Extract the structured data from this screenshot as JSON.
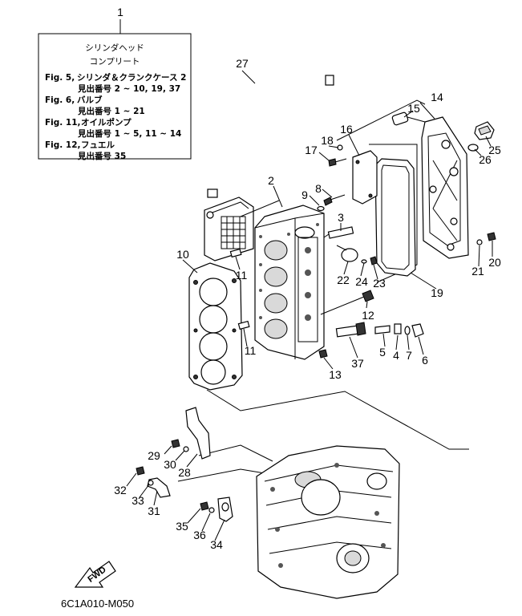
{
  "diagram_code": "6C1A010-M050",
  "fwd_label": "FWD",
  "info_box": {
    "title_line1": "シリンダヘッド",
    "title_line2": "コンプリート",
    "refs": [
      {
        "fig": "Fig. 5,",
        "name": "シリンダ＆クランクケース 2",
        "sub": "見出番号 2 ~ 10, 19, 37"
      },
      {
        "fig": "Fig. 6,",
        "name": "バルブ",
        "sub": "見出番号 1 ~ 21"
      },
      {
        "fig": "Fig. 11,",
        "name": "オイルポンプ",
        "sub": "見出番号 1 ~ 5, 11 ~ 14"
      },
      {
        "fig": "Fig. 12,",
        "name": "フュエル",
        "sub": "見出番号 35"
      }
    ]
  },
  "callouts": [
    {
      "id": "1",
      "label": "1"
    },
    {
      "id": "2",
      "label": "2"
    },
    {
      "id": "3",
      "label": "3"
    },
    {
      "id": "4",
      "label": "4"
    },
    {
      "id": "5",
      "label": "5"
    },
    {
      "id": "6",
      "label": "6"
    },
    {
      "id": "7",
      "label": "7"
    },
    {
      "id": "8",
      "label": "8"
    },
    {
      "id": "9",
      "label": "9"
    },
    {
      "id": "10",
      "label": "10"
    },
    {
      "id": "11a",
      "label": "11"
    },
    {
      "id": "11b",
      "label": "11"
    },
    {
      "id": "12",
      "label": "12"
    },
    {
      "id": "13",
      "label": "13"
    },
    {
      "id": "14",
      "label": "14"
    },
    {
      "id": "15",
      "label": "15"
    },
    {
      "id": "16",
      "label": "16"
    },
    {
      "id": "17",
      "label": "17"
    },
    {
      "id": "18",
      "label": "18"
    },
    {
      "id": "19",
      "label": "19"
    },
    {
      "id": "20",
      "label": "20"
    },
    {
      "id": "21",
      "label": "21"
    },
    {
      "id": "22",
      "label": "22"
    },
    {
      "id": "23",
      "label": "23"
    },
    {
      "id": "24",
      "label": "24"
    },
    {
      "id": "25",
      "label": "25"
    },
    {
      "id": "26",
      "label": "26"
    },
    {
      "id": "27",
      "label": "27"
    },
    {
      "id": "28",
      "label": "28"
    },
    {
      "id": "29",
      "label": "29"
    },
    {
      "id": "30",
      "label": "30"
    },
    {
      "id": "31",
      "label": "31"
    },
    {
      "id": "32",
      "label": "32"
    },
    {
      "id": "33",
      "label": "33"
    },
    {
      "id": "34",
      "label": "34"
    },
    {
      "id": "35",
      "label": "35"
    },
    {
      "id": "36",
      "label": "36"
    },
    {
      "id": "37",
      "label": "37"
    }
  ]
}
